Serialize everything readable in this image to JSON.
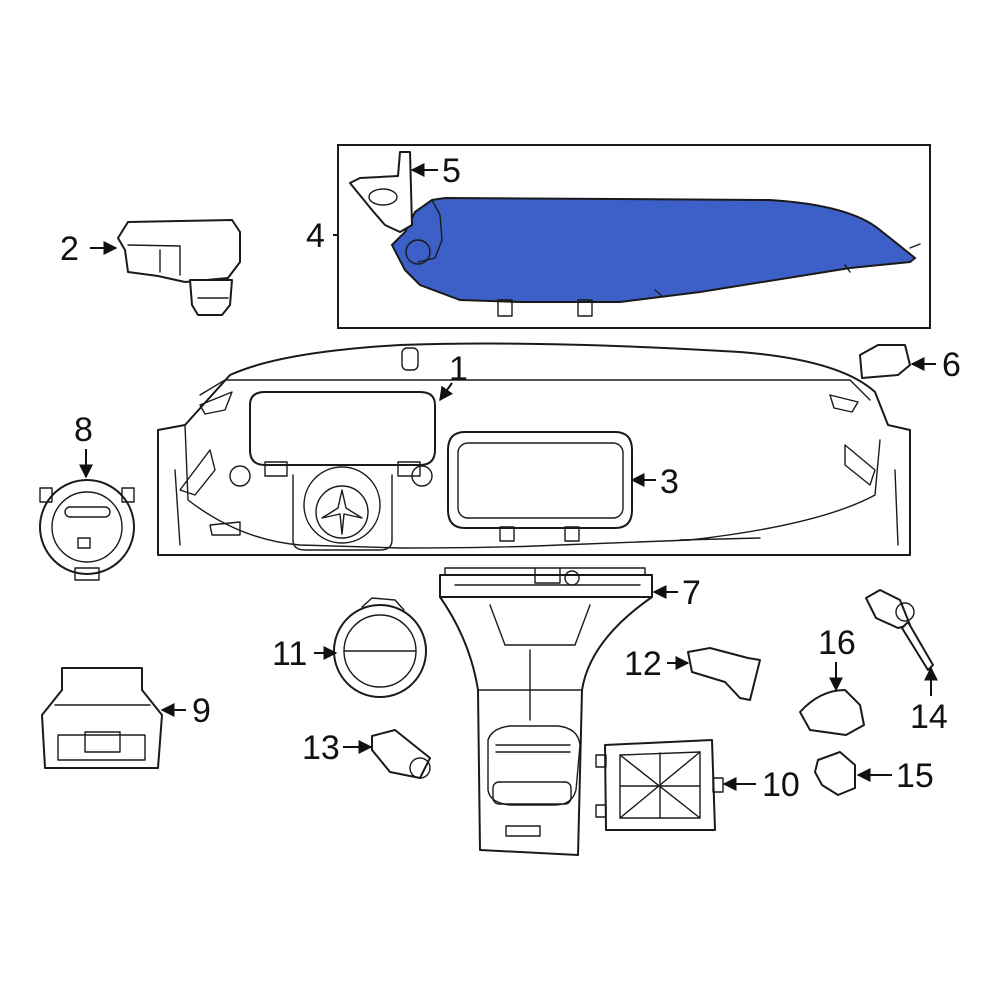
{
  "colors": {
    "highlight": "#3d5fc8",
    "line": "#1a1a1a",
    "background": "#ffffff"
  },
  "callouts": [
    "1",
    "2",
    "3",
    "4",
    "5",
    "6",
    "7",
    "8",
    "9",
    "10",
    "11",
    "12",
    "13",
    "14",
    "15",
    "16"
  ]
}
